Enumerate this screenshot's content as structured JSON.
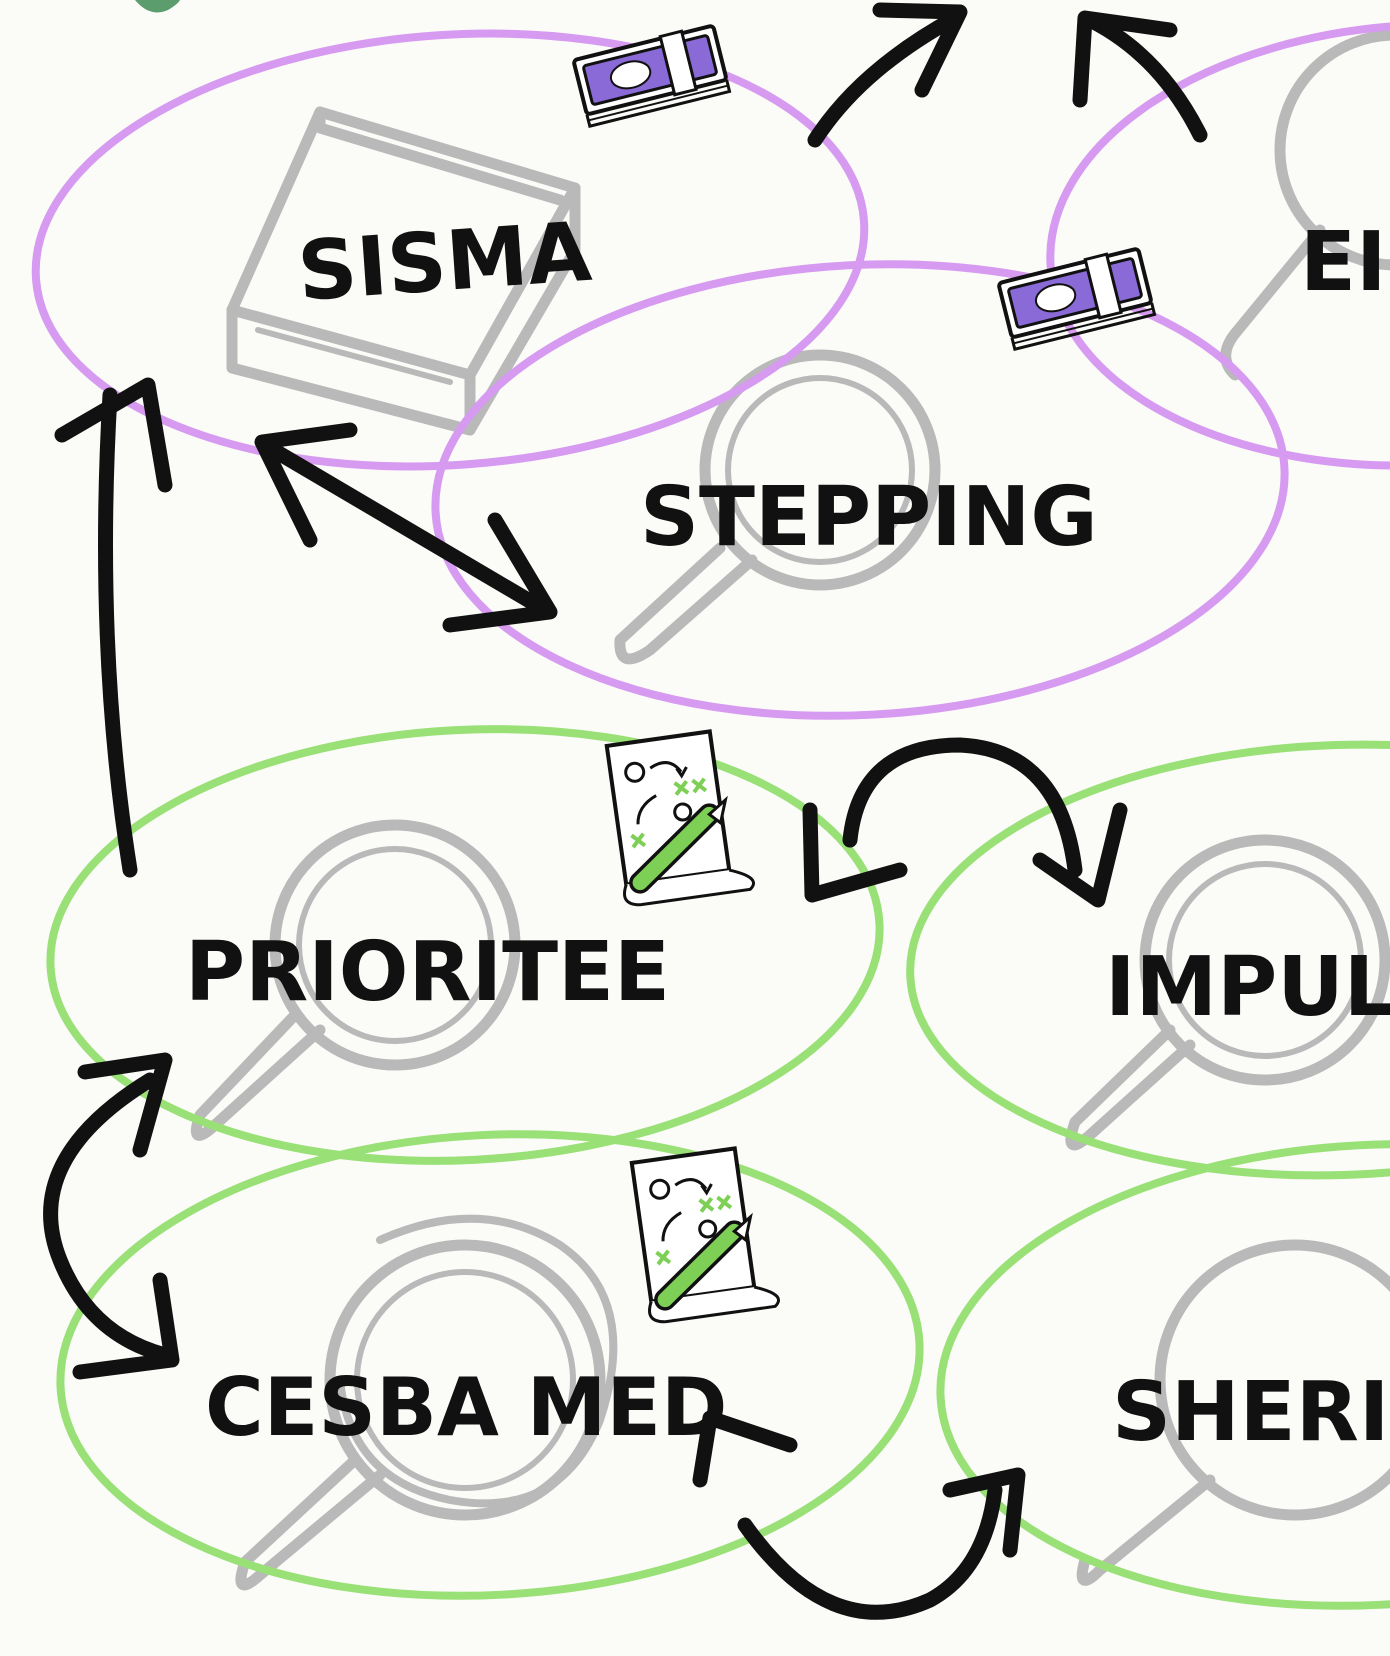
{
  "colors": {
    "purple_group": "#d69af0",
    "green_group": "#99e076",
    "ink": "#111111",
    "watermark": "#b9b9b9",
    "money_band": "#8a6ad6",
    "plan_green": "#7ecf55",
    "paper": "#fbfbf8",
    "logo": "#3f8c55"
  },
  "nodes": [
    {
      "id": "sisma",
      "label": "SISMA",
      "group": "purple",
      "watermark_icon": "book-icon"
    },
    {
      "id": "stepping",
      "label": "STEPPING",
      "group": "purple",
      "watermark_icon": "magnifier-icon"
    },
    {
      "id": "ei",
      "label": "EI",
      "group": "purple",
      "watermark_icon": "magnifier-icon"
    },
    {
      "id": "prioritee",
      "label": "PRIORITEE",
      "group": "green",
      "watermark_icon": "magnifier-icon"
    },
    {
      "id": "impul",
      "label": "IMPUL",
      "group": "green",
      "watermark_icon": "magnifier-icon"
    },
    {
      "id": "cesbamed",
      "label": "CESBA MED",
      "group": "green",
      "watermark_icon": "magnifier-icon"
    },
    {
      "id": "sherl",
      "label": "SHERI",
      "group": "green",
      "watermark_icon": "magnifier-icon"
    }
  ],
  "icons": {
    "money": "money-stack-icon",
    "plan": "strategy-plan-icon",
    "logo": "leaf-logo-icon"
  }
}
